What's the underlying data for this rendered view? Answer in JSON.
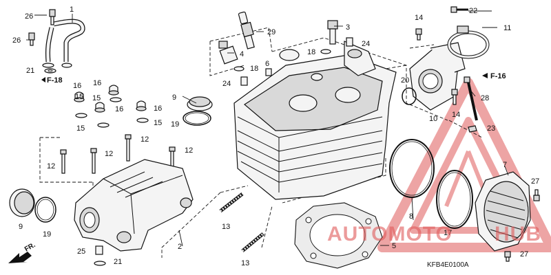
{
  "diagram": {
    "code": "KFB4E0100A",
    "front_marker": "FR.",
    "refs": {
      "upper_left": "F-18",
      "upper_right": "F-16"
    },
    "callouts": [
      "1",
      "2",
      "3",
      "4",
      "5",
      "6",
      "7",
      "8",
      "9",
      "9",
      "10",
      "11",
      "12",
      "12",
      "12",
      "12",
      "13",
      "13",
      "14",
      "14",
      "15",
      "15",
      "15",
      "15",
      "16",
      "16",
      "16",
      "16",
      "17",
      "18",
      "18",
      "19",
      "19",
      "20",
      "21",
      "21",
      "22",
      "23",
      "24",
      "24",
      "25",
      "26",
      "26",
      "27",
      "27",
      "28",
      "29"
    ]
  },
  "watermark": {
    "text_left": "AUTOMOTO",
    "text_right": "HUB",
    "color": "#e05a5a",
    "accent": "#f2c3a0"
  },
  "colors": {
    "line": "#111111",
    "background": "#ffffff"
  }
}
